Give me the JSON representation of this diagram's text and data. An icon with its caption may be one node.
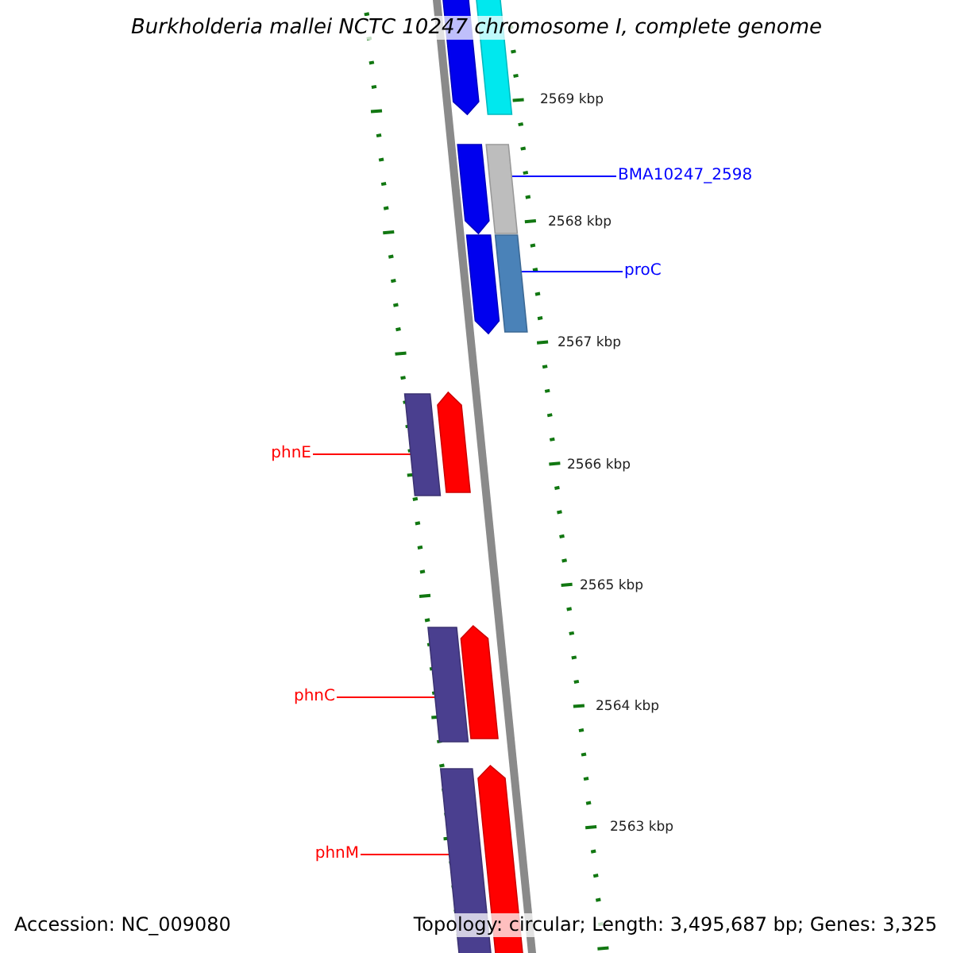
{
  "diagram": {
    "title": "Burkholderia mallei NCTC 10247 chromosome I, complete genome",
    "nodes": [
      {
        "text": [],
        "shape": "arrow"
      },
      {
        "text": [],
        "shape": "bar"
      },
      {
        "text": [],
        "shape": "arrow"
      },
      {
        "text": [],
        "shape": "bar"
      },
      {
        "text": [
          "BMA10247_2598"
        ]
      },
      {
        "text": [],
        "shape": "arrow"
      },
      {
        "text": [],
        "shape": "bar"
      },
      {
        "text": [
          "proC"
        ]
      },
      {
        "text": [
          "phnE"
        ]
      },
      {
        "text": [],
        "shape": "bar"
      },
      {
        "text": [],
        "shape": "arrow"
      },
      {
        "text": [
          "phnC"
        ]
      },
      {
        "text": [],
        "shape": "bar"
      },
      {
        "text": [],
        "shape": "arrow"
      },
      {
        "text": [
          "phnM"
        ]
      },
      {
        "text": [],
        "shape": "bar"
      },
      {
        "text": [],
        "shape": "arrow"
      }
    ],
    "edges": [
      {
        "from": 4,
        "to": 3,
        "arrow": "none",
        "color": "#0000ff"
      },
      {
        "from": 7,
        "to": 6,
        "arrow": "none",
        "color": "#0000ff"
      },
      {
        "from": 8,
        "to": 9,
        "arrow": "none"
      },
      {
        "from": 11,
        "to": 12,
        "arrow": "none"
      },
      {
        "from": 14,
        "to": 15,
        "arrow": "none"
      }
    ],
    "labels": [
      "2569 kbp",
      "2568 kbp",
      "2567 kbp",
      "2566 kbp",
      "2565 kbp",
      "2564 kbp",
      "2563 kbp",
      "Accession: NC_009080",
      "Topology: circular; Length: 3,495,687 bp; Genes: 3,325"
    ]
  }
}
